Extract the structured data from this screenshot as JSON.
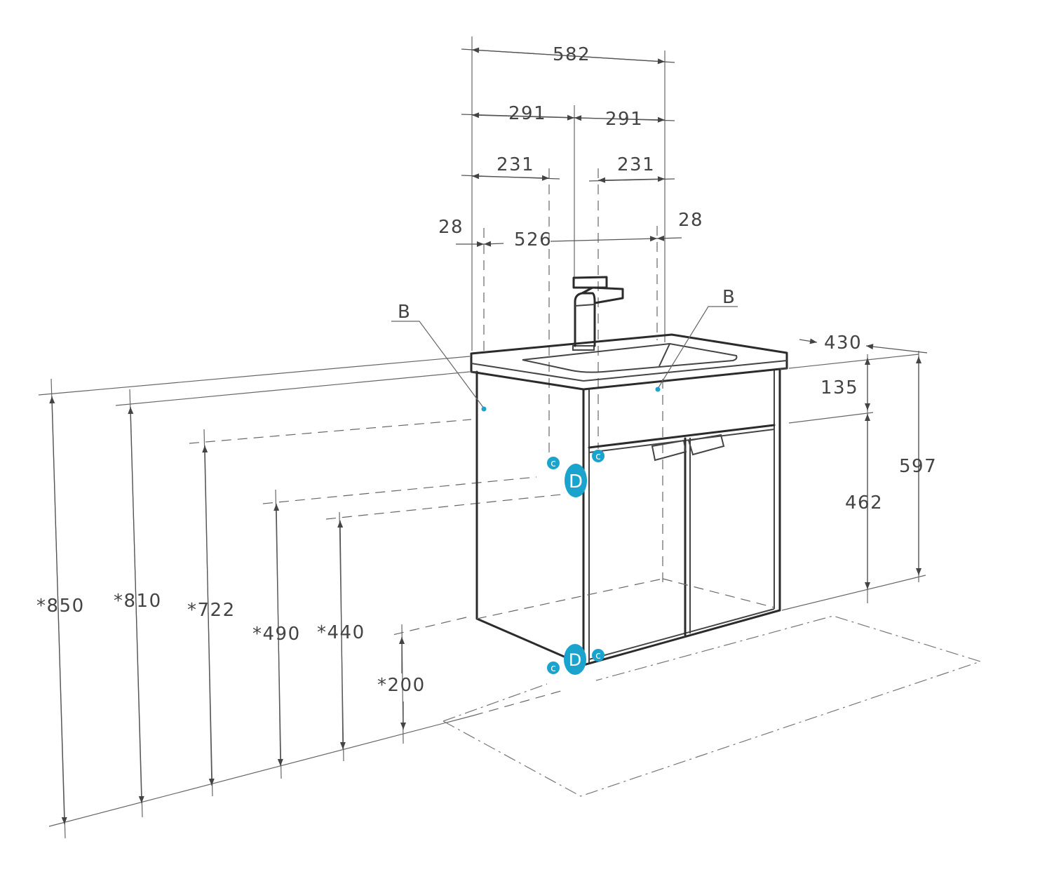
{
  "dimensions": {
    "width_total": "582",
    "half_left": "291",
    "half_right": "291",
    "offset_left": "231",
    "offset_right": "231",
    "side_left": "28",
    "inner_width": "526",
    "side_right": "28",
    "depth": "430",
    "top_height": "135",
    "body_height": "462",
    "total_height": "597",
    "h850": "*850",
    "h810": "*810",
    "h722": "*722",
    "h490": "*490",
    "h440": "*440",
    "h200": "*200"
  },
  "labels": {
    "b_left": "B",
    "b_right": "B",
    "c_marker": "c",
    "d_marker": "D"
  },
  "colors": {
    "marker": "#1aa3cc",
    "line": "#2b2b2b"
  }
}
